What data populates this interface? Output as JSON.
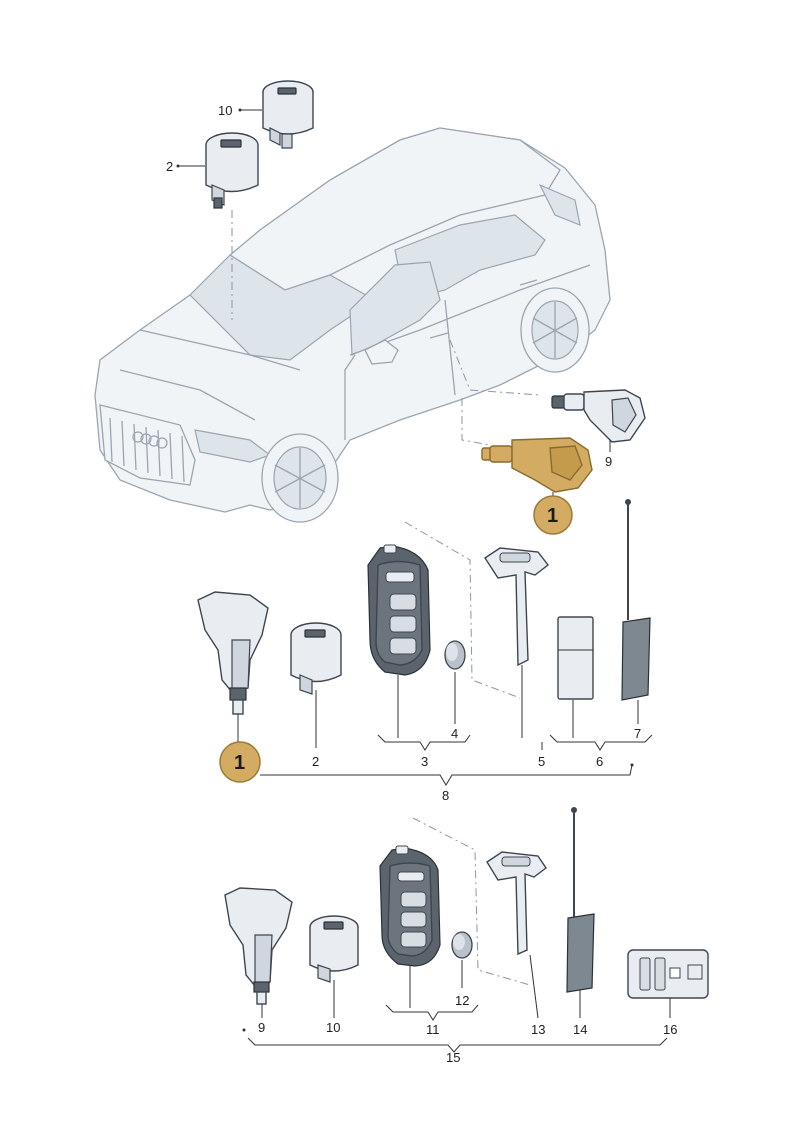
{
  "labels": {
    "l10_top": "10",
    "l2_top": "2",
    "l9_car": "9",
    "callout_car": "1",
    "callout_row": "1",
    "l2_row": "2",
    "l3": "3",
    "l4": "4",
    "l5": "5",
    "l6": "6",
    "l7": "7",
    "l8": "8",
    "l9_bottom": "9",
    "l10_bottom": "10",
    "l11": "11",
    "l12": "12",
    "l13": "13",
    "l14": "14",
    "l15": "15",
    "l16": "16"
  },
  "colors": {
    "highlight": "#d3ab62",
    "line": "#3d4650",
    "car_outline": "#9aa5b0"
  },
  "icons": {
    "car": "suv-outline-illustration",
    "lock_cylinder": "lock-cylinder-icon",
    "ignition_lock": "ignition-lock-icon",
    "key_fob": "key-fob-icon",
    "battery": "coin-battery-icon",
    "emergency_key": "emergency-key-blade-icon",
    "transponder": "transponder-chip-icon",
    "antenna": "antenna-coil-icon",
    "key_card": "key-card-icon"
  }
}
